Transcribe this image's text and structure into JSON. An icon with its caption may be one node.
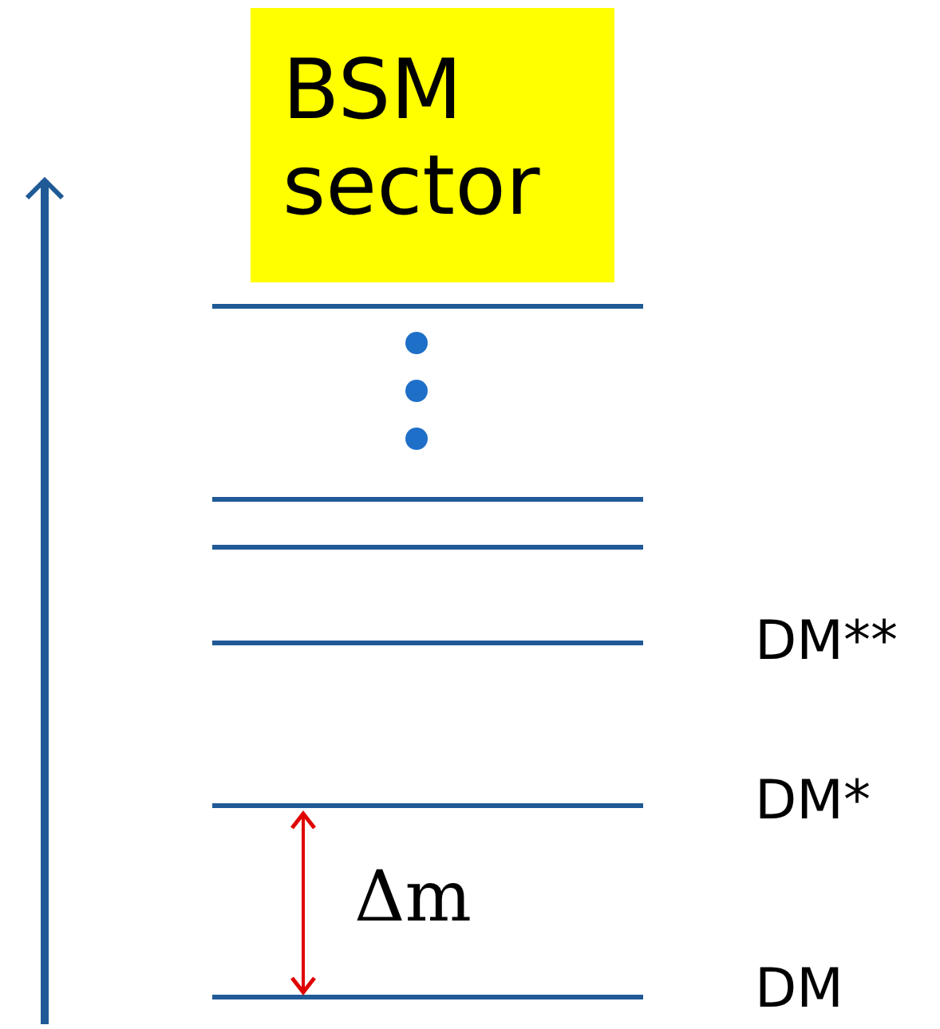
{
  "diagram": {
    "nodes": [
      {
        "text": [
          "BSM sector"
        ]
      }
    ],
    "labels": [
      "DM**",
      "DM*",
      "Δm",
      "DM"
    ]
  }
}
